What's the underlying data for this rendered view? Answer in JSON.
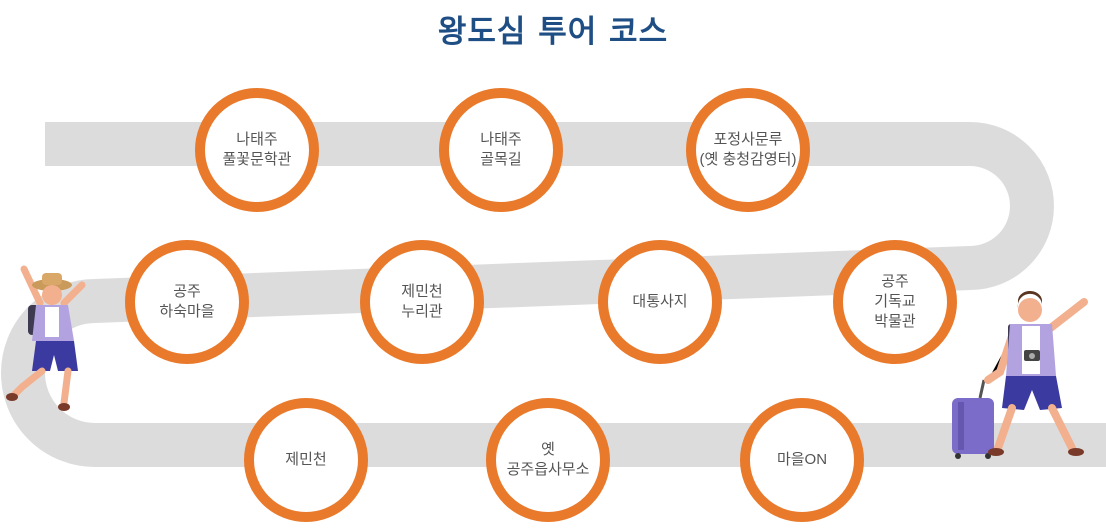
{
  "page": {
    "title": "왕도심 투어 코스"
  },
  "colors": {
    "title": "#1f4e85",
    "ring": "#e97a2c",
    "path": "#dcdcdc",
    "label": "#555555"
  },
  "stops": [
    {
      "label": "나태주\n풀꽃문학관"
    },
    {
      "label": "나태주\n골목길"
    },
    {
      "label": "포정사문루\n(옛 충청감영터)"
    },
    {
      "label": "공주\n하숙마을"
    },
    {
      "label": "제민천\n누리관"
    },
    {
      "label": "대통사지"
    },
    {
      "label": "공주\n기독교\n박물관"
    },
    {
      "label": "제민천"
    },
    {
      "label": "옛\n공주읍사무소"
    },
    {
      "label": "마을ON"
    }
  ]
}
